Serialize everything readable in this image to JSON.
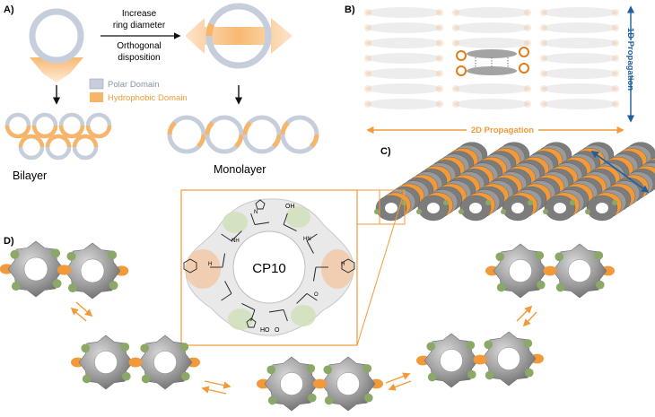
{
  "panels": {
    "a": "A)",
    "b": "B)",
    "c": "C)",
    "d": "D)"
  },
  "panel_a": {
    "arrow_text_1": "Increase",
    "arrow_text_2": "ring diameter",
    "arrow_text_3": "Orthogonal",
    "arrow_text_4": "disposition",
    "legend_polar": "Polar Domain",
    "legend_hydrophobic": "Hydrophobic Domain",
    "bilayer": "Bilayer",
    "monolayer": "Monolayer"
  },
  "panel_b": {
    "propagation_1d": "1D Propagation",
    "propagation_2d": "2D Propagation"
  },
  "inset": {
    "label": "CP10",
    "atom_labels": [
      "OH",
      "NH",
      "HN",
      "N",
      "O",
      "HO",
      "O",
      "H",
      "H"
    ]
  },
  "colors": {
    "polar": "#c7cedb",
    "hydrophobic": "#f7b56a",
    "orange": "#f29a3a",
    "blue": "#1f5fa0",
    "gray_surface": "#8f8f8f",
    "green": "#8aa866"
  }
}
